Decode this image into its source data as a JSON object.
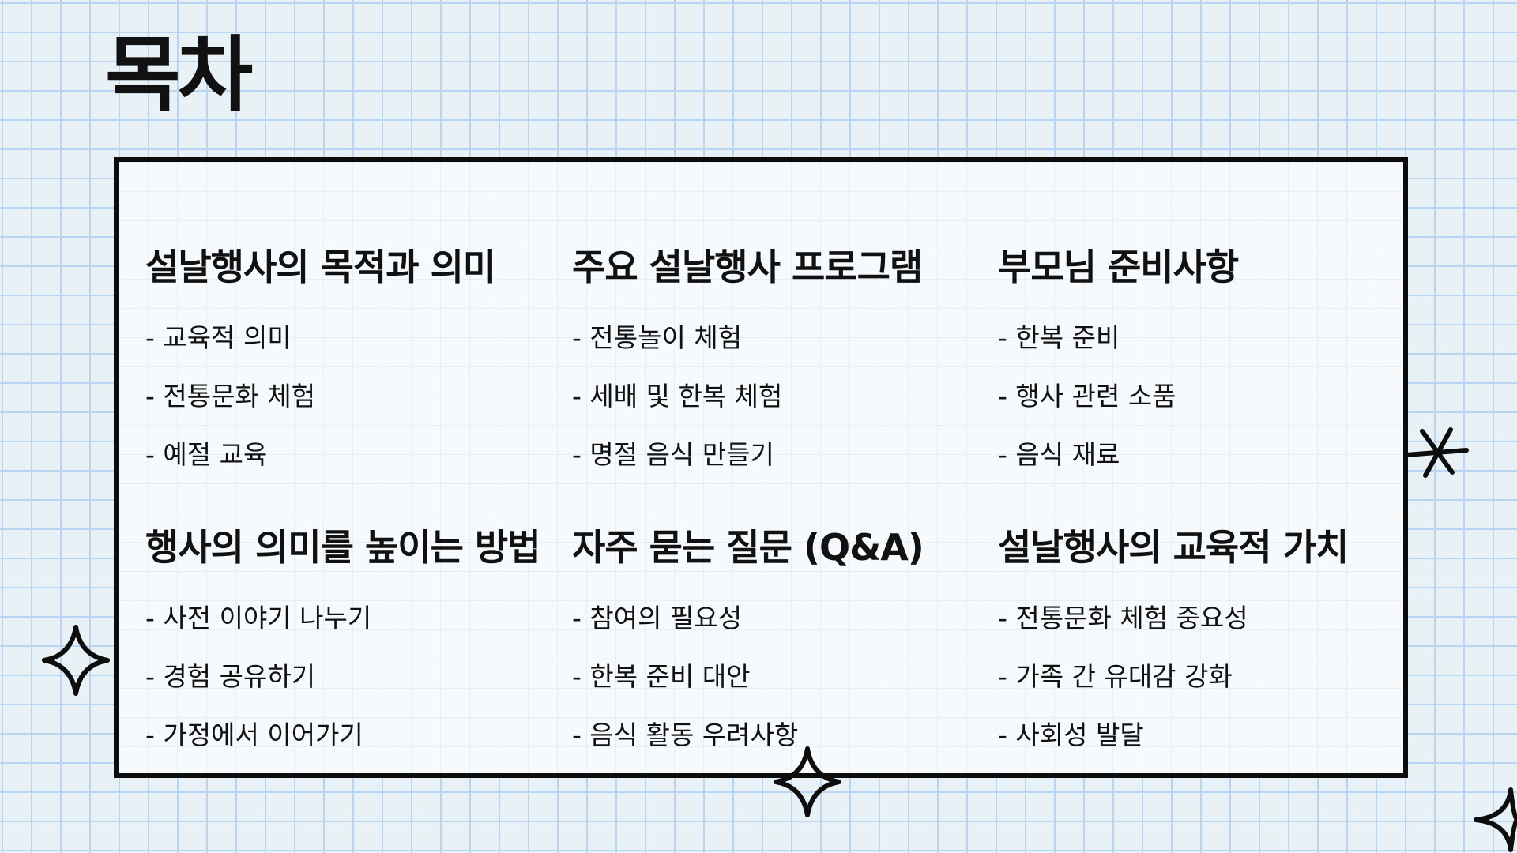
{
  "title": "목차",
  "sections": [
    {
      "heading": "설날행사의 목적과 의미",
      "items": [
        "교육적 의미",
        "전통문화 체험",
        "예절 교육"
      ]
    },
    {
      "heading": "주요 설날행사 프로그램",
      "items": [
        "전통놀이 체험",
        "세배 및 한복 체험",
        "명절 음식 만들기"
      ]
    },
    {
      "heading": "부모님 준비사항",
      "items": [
        "한복 준비",
        "행사 관련 소품",
        "음식 재료"
      ]
    },
    {
      "heading": "행사의 의미를 높이는 방법",
      "items": [
        "사전 이야기 나누기",
        "경험 공유하기",
        "가정에서 이어가기"
      ]
    },
    {
      "heading": "자주 묻는 질문 (Q&A)",
      "items": [
        "참여의 필요성",
        "한복 준비 대안",
        "음식 활동 우려사항"
      ]
    },
    {
      "heading": "설날행사의 교육적 가치",
      "items": [
        "전통문화 체험 중요성",
        "가족 간 유대감 강화",
        "사회성 발달"
      ]
    }
  ],
  "colors": {
    "grid": "#b9d5f2",
    "background": "#e8f2f6",
    "ink": "#111111",
    "card": "#f6fafd"
  },
  "decorations": [
    "sparkle-icon",
    "sparkle-icon",
    "sparkle-icon",
    "asterisk-icon"
  ]
}
